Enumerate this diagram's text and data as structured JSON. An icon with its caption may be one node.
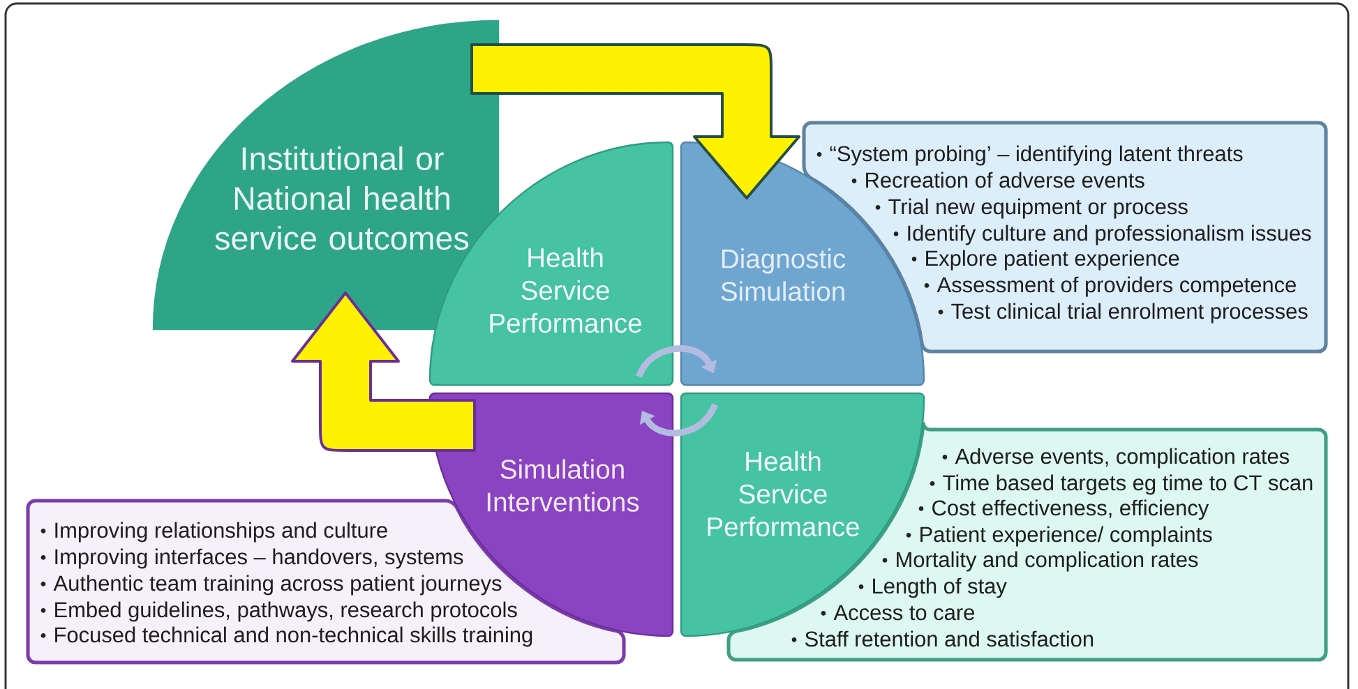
{
  "diagram": {
    "nodes": [
      {
        "text": [
          "Institutional or National health service outcomes"
        ]
      },
      {
        "text": [
          "Health Service Performance"
        ]
      },
      {
        "text": [
          "Diagnostic Simulation"
        ]
      },
      {
        "text": [
          "“System probing’ – identifying latent threats",
          "Recreation of adverse events",
          "Trial new equipment or process",
          "Identify culture and professionalism issues",
          "Explore patient experience",
          "Assessment of providers competence",
          "Test clinical trial enrolment processes"
        ]
      },
      {
        "text": [
          "Simulation Interventions"
        ]
      },
      {
        "text": [
          "Health Service Performance"
        ]
      },
      {
        "text": [
          "Adverse events, complication rates",
          "Time based targets eg time to CT scan",
          "Cost effectiveness, efficiency",
          "Patient experience/ complaints",
          "Mortality and complication rates",
          "Length of stay",
          "Access to care",
          "Staff retention and satisfaction"
        ]
      },
      {
        "text": [
          "Improving relationships and culture",
          "Improving interfaces – handovers, systems",
          "Authentic team training across patient journeys",
          "Embed guidelines, pathways, research protocols",
          "Focused technical and non-technical skills training"
        ]
      }
    ],
    "edges": [
      {
        "from": 0,
        "to": 2,
        "arrow": "to",
        "style": "thick",
        "color": "#fff200"
      },
      {
        "from": 4,
        "to": 0,
        "arrow": "to",
        "style": "thick",
        "color": "#fff200"
      },
      {
        "from": 1,
        "to": 2,
        "arrow": "to",
        "color": "#b3bce0"
      },
      {
        "from": 5,
        "to": 4,
        "arrow": "to",
        "color": "#b3bce0"
      }
    ]
  }
}
